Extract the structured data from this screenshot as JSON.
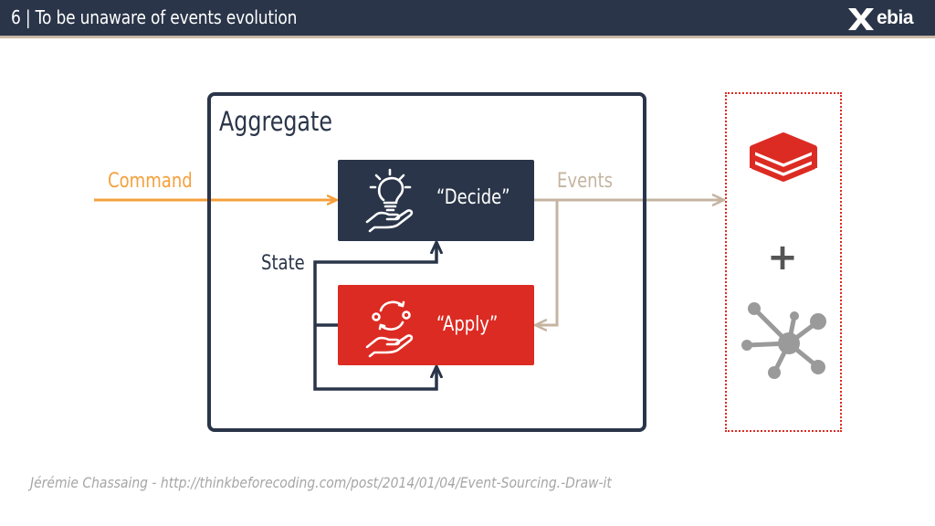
{
  "header": {
    "title": "6 | To be unaware of events evolution",
    "logo_text": "ebia",
    "logo_full": "Xebia"
  },
  "diagram": {
    "aggregate_title": "Aggregate",
    "command_label": "Command",
    "events_label": "Events",
    "state_label": "State",
    "decide_label": "“Decide”",
    "apply_label": "“Apply”",
    "plus_label": "+"
  },
  "icons": {
    "decide": "lightbulb-hand-icon",
    "apply": "cycle-hand-icon",
    "store": "database-stack-icon",
    "network": "network-hub-icon",
    "logo": "xebia-x-icon"
  },
  "colors": {
    "header_bg": "#2a3549",
    "header_rule": "#c9b7a5",
    "decide_bg": "#2a3549",
    "apply_bg": "#dc2b23",
    "command_arrow": "#f5a03c",
    "events_arrow": "#c4b4a0",
    "aggregate_border": "#2a3549",
    "store_border": "#dc2b23",
    "network_gray": "#9a9a9a",
    "citation": "#a6a6a6"
  },
  "footer": {
    "citation": "Jérémie Chassaing - http://thinkbeforecoding.com/post/2014/01/04/Event-Sourcing.-Draw-it"
  }
}
